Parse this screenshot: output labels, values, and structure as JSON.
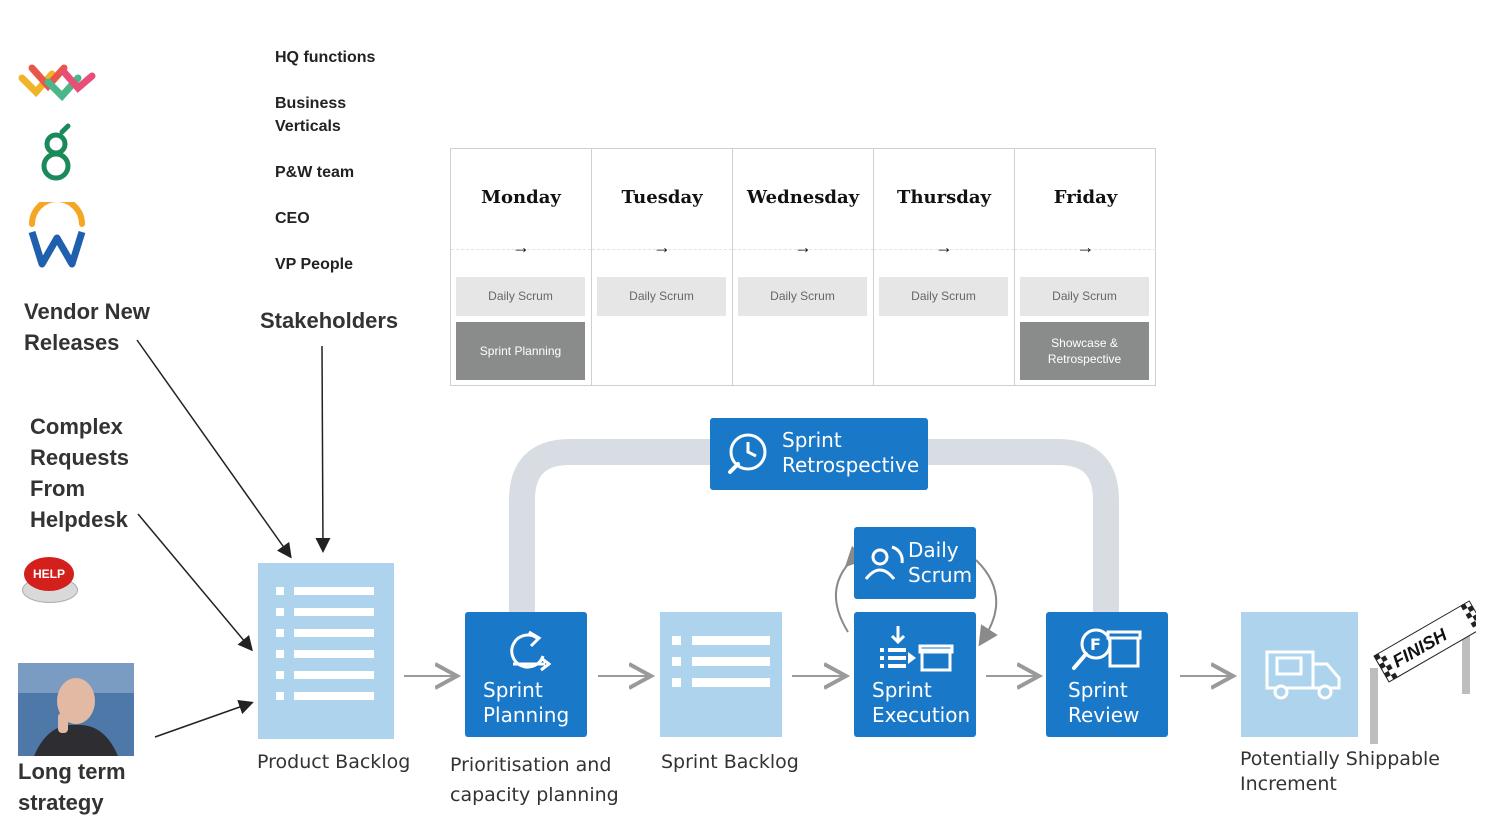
{
  "sources": {
    "vendor_label": "Vendor New Releases",
    "stakeholders_label": "Stakeholders",
    "helpdesk_label": "Complex Requests From Helpdesk",
    "help_button_text": "HELP",
    "strategy_label": "Long term strategy",
    "stakeholders": [
      "HQ functions",
      "Business Verticals",
      "P&W team",
      "CEO",
      "VP People"
    ]
  },
  "week": {
    "days": [
      {
        "name": "Monday",
        "scrum": "Daily Scrum",
        "event": "Sprint Planning"
      },
      {
        "name": "Tuesday",
        "scrum": "Daily Scrum",
        "event": ""
      },
      {
        "name": "Wednesday",
        "scrum": "Daily Scrum",
        "event": ""
      },
      {
        "name": "Thursday",
        "scrum": "Daily Scrum",
        "event": ""
      },
      {
        "name": "Friday",
        "scrum": "Daily Scrum",
        "event": "Showcase & Retrospective"
      }
    ],
    "arrow_glyph": "→"
  },
  "flow": {
    "retrospective": "Sprint Retrospective",
    "daily_scrum": "Daily Scrum",
    "planning": "Sprint Planning",
    "execution": "Sprint Execution",
    "review": "Sprint Review",
    "captions": {
      "product_backlog": "Product Backlog",
      "prioritisation": "Prioritisation and capacity planning",
      "sprint_backlog": "Sprint Backlog",
      "increment": "Potentially Shippable Increment"
    },
    "finish_text": "FINISH"
  },
  "colors": {
    "scrum_blue": "#1a78c8",
    "backlog_light_blue": "#aed3ec",
    "loop_grey": "#d8dde3",
    "event_grey": "#8a8c8c"
  }
}
